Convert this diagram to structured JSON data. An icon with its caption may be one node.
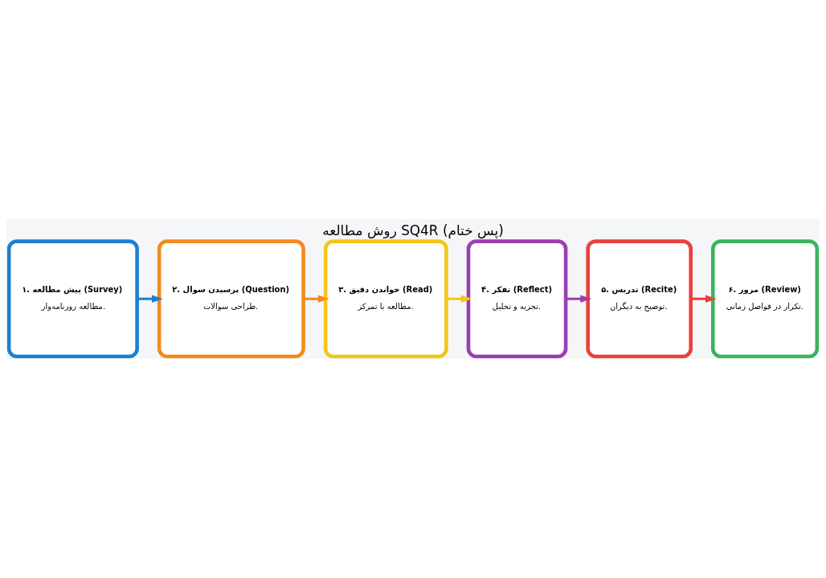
{
  "diagram": {
    "title": "روش مطالعه SQ4R (پس ختام)",
    "nodes": [
      {
        "text": [
          "۱. پیش مطالعه (Survey)",
          "مطالعه روزنامه‌وار."
        ]
      },
      {
        "text": [
          "۲. پرسیدن سوال (Question)",
          "طراحی سوالات."
        ]
      },
      {
        "text": [
          "۳. خواندن دقیق (Read)",
          "مطالعه با تمرکز."
        ]
      },
      {
        "text": [
          "۴. تفکر (Reflect)",
          "تجزیه و تحلیل."
        ]
      },
      {
        "text": [
          "۵. تدریس (Recite)",
          "توضیح به دیگران."
        ]
      },
      {
        "text": [
          "۶. مرور (Review)",
          "تکرار در فواصل زمانی."
        ]
      }
    ],
    "edges": [
      {
        "from": 0,
        "to": 1,
        "arrow": "to",
        "color": "#1e7fd0"
      },
      {
        "from": 1,
        "to": 2,
        "arrow": "to",
        "color": "#f28a1e"
      },
      {
        "from": 2,
        "to": 3,
        "arrow": "to",
        "color": "#f5c518"
      },
      {
        "from": 3,
        "to": 4,
        "arrow": "to",
        "color": "#9a3fb0"
      },
      {
        "from": 4,
        "to": 5,
        "arrow": "to",
        "color": "#e8413c"
      }
    ]
  }
}
